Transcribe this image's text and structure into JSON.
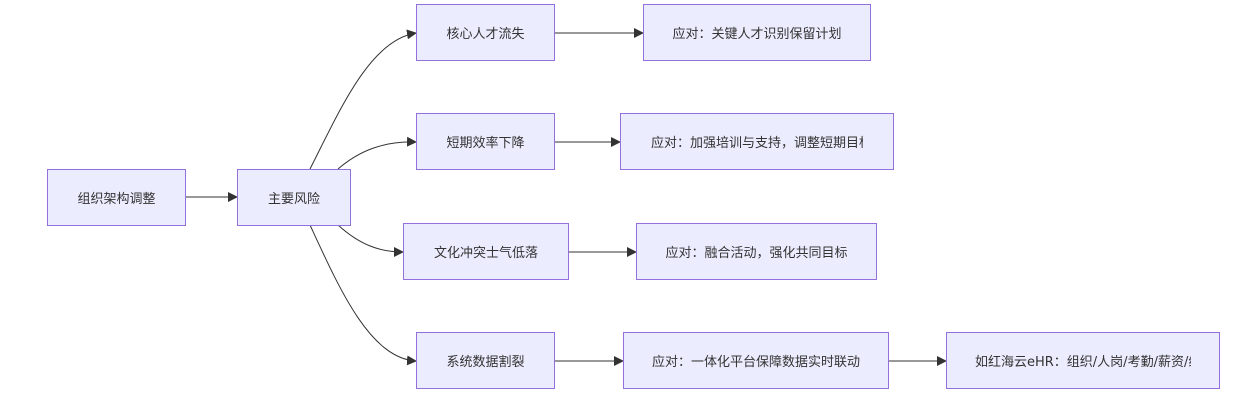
{
  "nodes": {
    "org_restructure": "组织架构调整",
    "main_risks": "主要风险",
    "talent_loss": "核心人才流失",
    "efficiency_drop": "短期效率下降",
    "culture_clash": "文化冲突士气低落",
    "system_split": "系统数据割裂",
    "resp_talent": "应对：关键人才识别保留计划",
    "resp_efficiency": "应对：加强培训与支持，调整短期目标",
    "resp_culture": "应对：融合活动，强化共同目标",
    "resp_system": "应对：一体化平台保障数据实时联动",
    "example_ehr": "如红海云eHR：组织/人岗/考勤/薪资/绩效"
  },
  "colors": {
    "node_fill": "#ECECFF",
    "node_border": "#9370DB",
    "edge": "#333333"
  }
}
